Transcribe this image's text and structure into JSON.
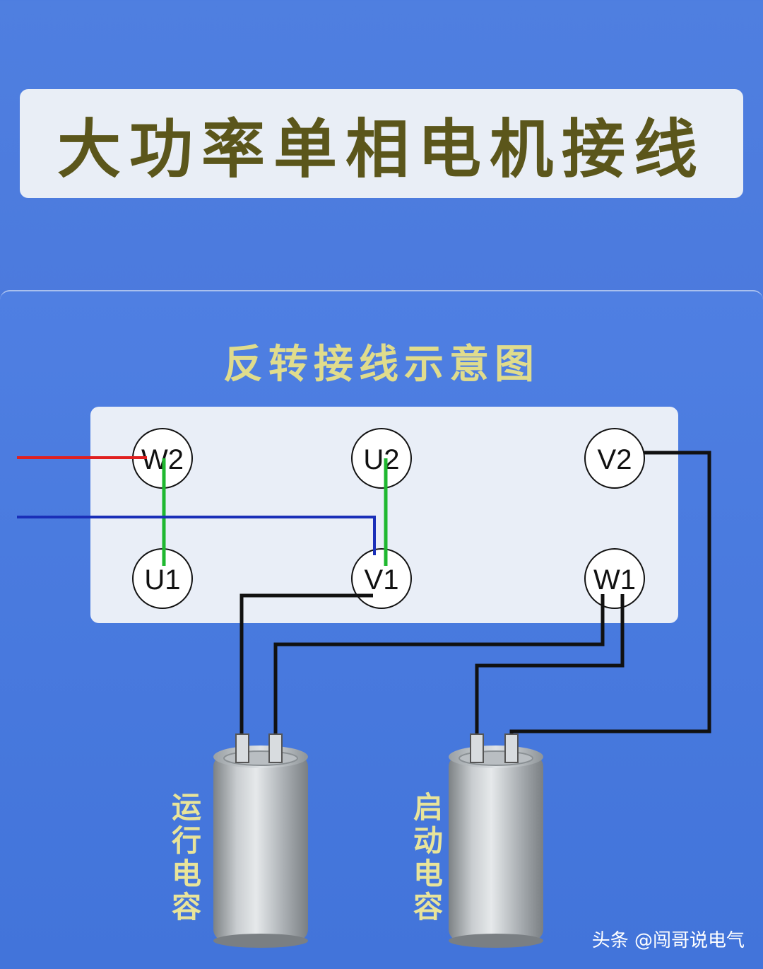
{
  "title": "大功率单相电机接线",
  "subtitle": "反转接线示意图",
  "terminals": {
    "w2": "W2",
    "u2": "U2",
    "v2": "V2",
    "u1": "U1",
    "v1": "V1",
    "w1": "W1"
  },
  "capacitors": {
    "run": [
      "运",
      "行",
      "电",
      "容"
    ],
    "start": [
      "启",
      "动",
      "电",
      "容"
    ]
  },
  "watermark": "头条 @闯哥说电气",
  "colors": {
    "phase_wire": "#e02020",
    "neutral_wire": "#1a2fb8",
    "jumper": "#1fb830",
    "lead": "#111111",
    "title_text": "#5b561b",
    "subtitle_text": "#e0dc8c"
  }
}
